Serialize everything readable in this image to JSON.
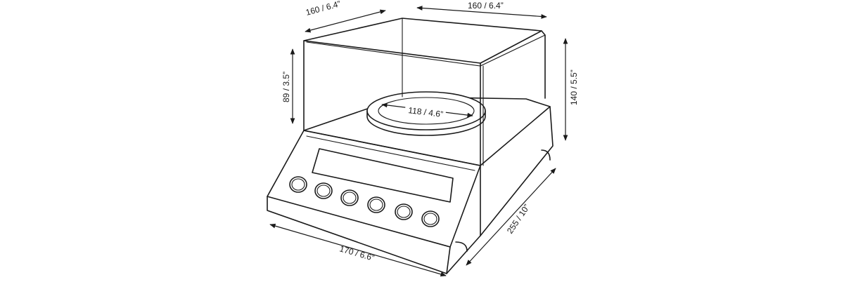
{
  "diagram": {
    "dimensions": {
      "top_width": "160 / 6.4”",
      "top_depth": "160 / 6.4”",
      "shield_height": "89 / 3.5”",
      "total_height": "140 / 5.5”",
      "pan_diameter": "118 / 4.6”",
      "base_width": "170 / 6.6”",
      "base_depth": "255 / 10”"
    },
    "colors": {
      "line": "#1a1a1a",
      "background": "#ffffff"
    }
  }
}
